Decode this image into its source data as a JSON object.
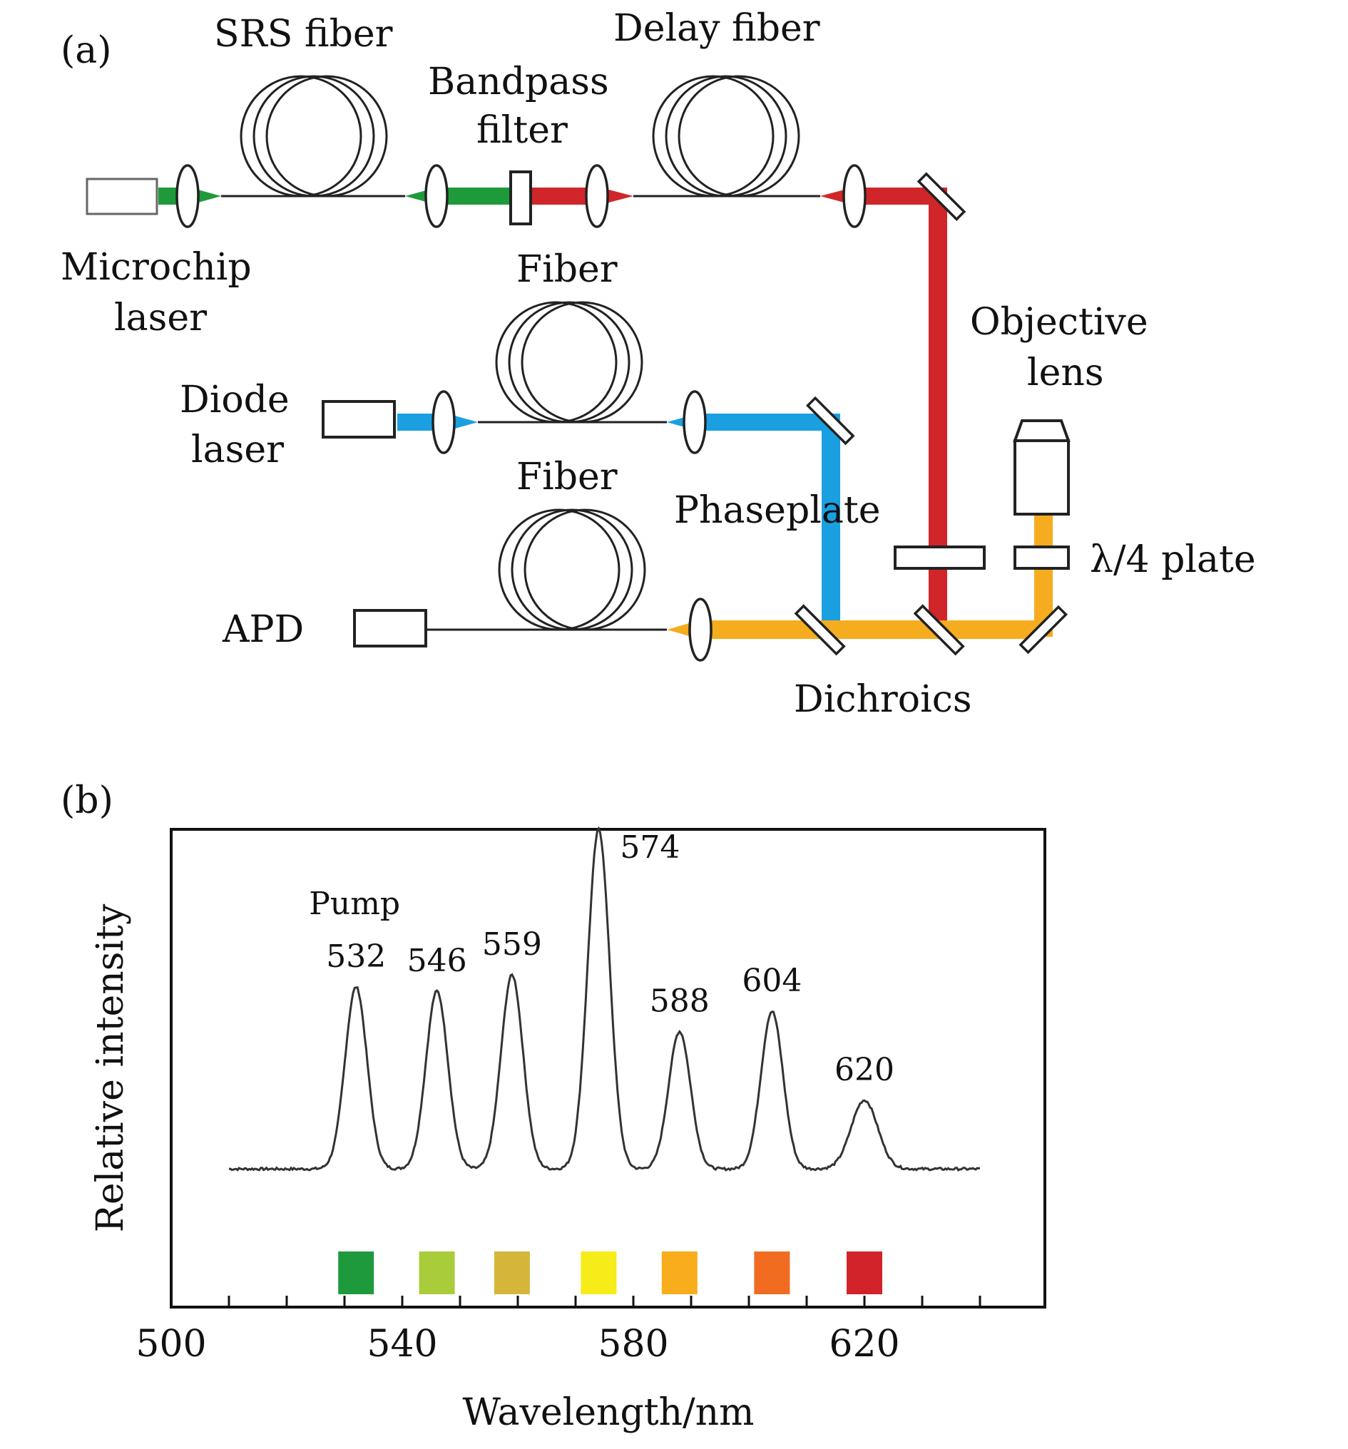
{
  "panel_a": {
    "panel_label": "(a)",
    "labels": {
      "srs_fiber": "SRS fiber",
      "delay_fiber": "Delay fiber",
      "bandpass_line1": "Bandpass",
      "bandpass_line2": "filter",
      "microchip_line1": "Microchip",
      "microchip_line2": "laser",
      "fiber_upper": "Fiber",
      "fiber_lower": "Fiber",
      "objective_line1": "Objective",
      "objective_line2": "lens",
      "diode_line1": "Diode",
      "diode_line2": "laser",
      "phaseplate": "Phaseplate",
      "quarter_wave": "λ/4 plate",
      "apd": "APD",
      "dichroics": "Dichroics"
    },
    "beam_colors": {
      "pump_green": "#1f9a3a",
      "srs_red": "#d0262a",
      "diode_blue": "#1aa0e0",
      "fluorescence_orange": "#f5ac1f"
    }
  },
  "panel_b": {
    "panel_label": "(b)"
  },
  "chart_data": {
    "type": "line",
    "title": "",
    "xlabel": "Wavelength/nm",
    "ylabel": "Relative intensity",
    "xlim": [
      500,
      645
    ],
    "ylim": [
      0,
      1.0
    ],
    "x_ticks": [
      500,
      540,
      580,
      620
    ],
    "x_minor_ticks": [
      510,
      520,
      530,
      540,
      550,
      560,
      570,
      580,
      590,
      600,
      610,
      620,
      630,
      640
    ],
    "grid": false,
    "legend": "none",
    "baseline": 0.16,
    "series": [
      {
        "peaks": [
          {
            "x": 532,
            "y": 0.61,
            "label": "532"
          },
          {
            "x": 546,
            "y": 0.6,
            "label": "546"
          },
          {
            "x": 559,
            "y": 0.64,
            "label": "559"
          },
          {
            "x": 574,
            "y": 1.0,
            "label": "574"
          },
          {
            "x": 588,
            "y": 0.5,
            "label": "588"
          },
          {
            "x": 604,
            "y": 0.55,
            "label": "604"
          },
          {
            "x": 620,
            "y": 0.33,
            "label": "620"
          }
        ]
      }
    ],
    "annotations": [
      {
        "text": "Pump",
        "x": 532
      }
    ],
    "color_swatches": [
      {
        "x": 532,
        "color": "#1e9a3c"
      },
      {
        "x": 546,
        "color": "#a9cc3a"
      },
      {
        "x": 559,
        "color": "#d6b63a"
      },
      {
        "x": 574,
        "color": "#f5ec1a"
      },
      {
        "x": 588,
        "color": "#f8ad1d"
      },
      {
        "x": 604,
        "color": "#f16c21"
      },
      {
        "x": 620,
        "color": "#d2232b"
      }
    ]
  }
}
